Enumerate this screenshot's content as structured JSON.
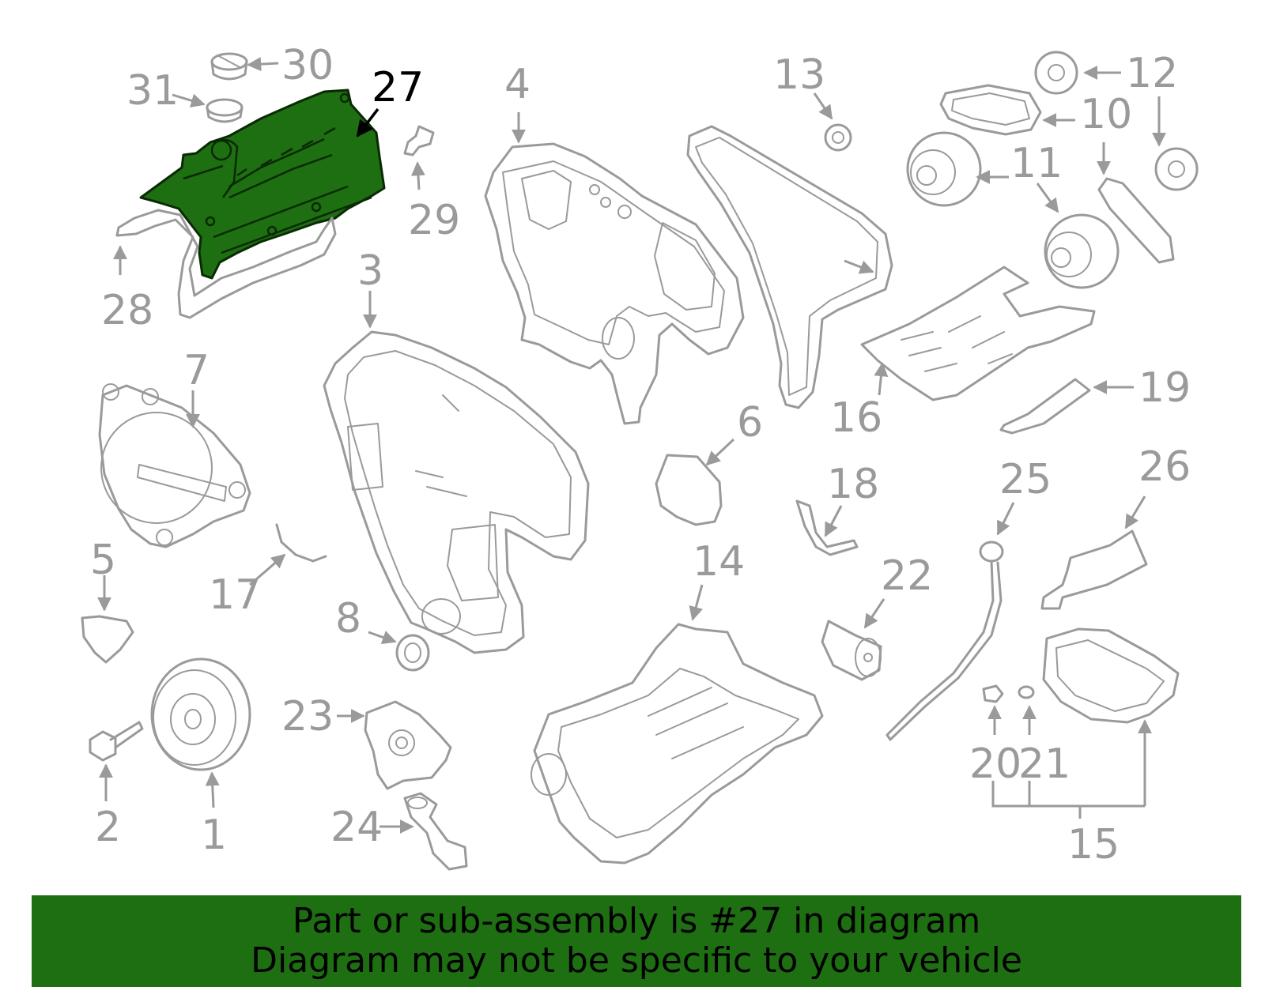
{
  "diagram": {
    "highlighted_part": "27",
    "highlight_color": "#1e6e12",
    "part_color": "#9a9a9a",
    "labels": {
      "p1": "1",
      "p2": "2",
      "p3": "3",
      "p4": "4",
      "p5": "5",
      "p6": "6",
      "p7": "7",
      "p8": "8",
      "p10": "10",
      "p11": "11",
      "p12": "12",
      "p13": "13",
      "p14": "14",
      "p15": "15",
      "p16": "16",
      "p17": "17",
      "p18": "18",
      "p19": "19",
      "p20": "20",
      "p21": "21",
      "p22": "22",
      "p23": "23",
      "p24": "24",
      "p25": "25",
      "p26": "26",
      "p27": "27",
      "p28": "28",
      "p29": "29",
      "p30": "30",
      "p31": "31"
    }
  },
  "banner": {
    "line1": "Part or sub-assembly is #27 in diagram",
    "line2": "Diagram may not be specific to your vehicle",
    "color": "#1e6e12"
  }
}
